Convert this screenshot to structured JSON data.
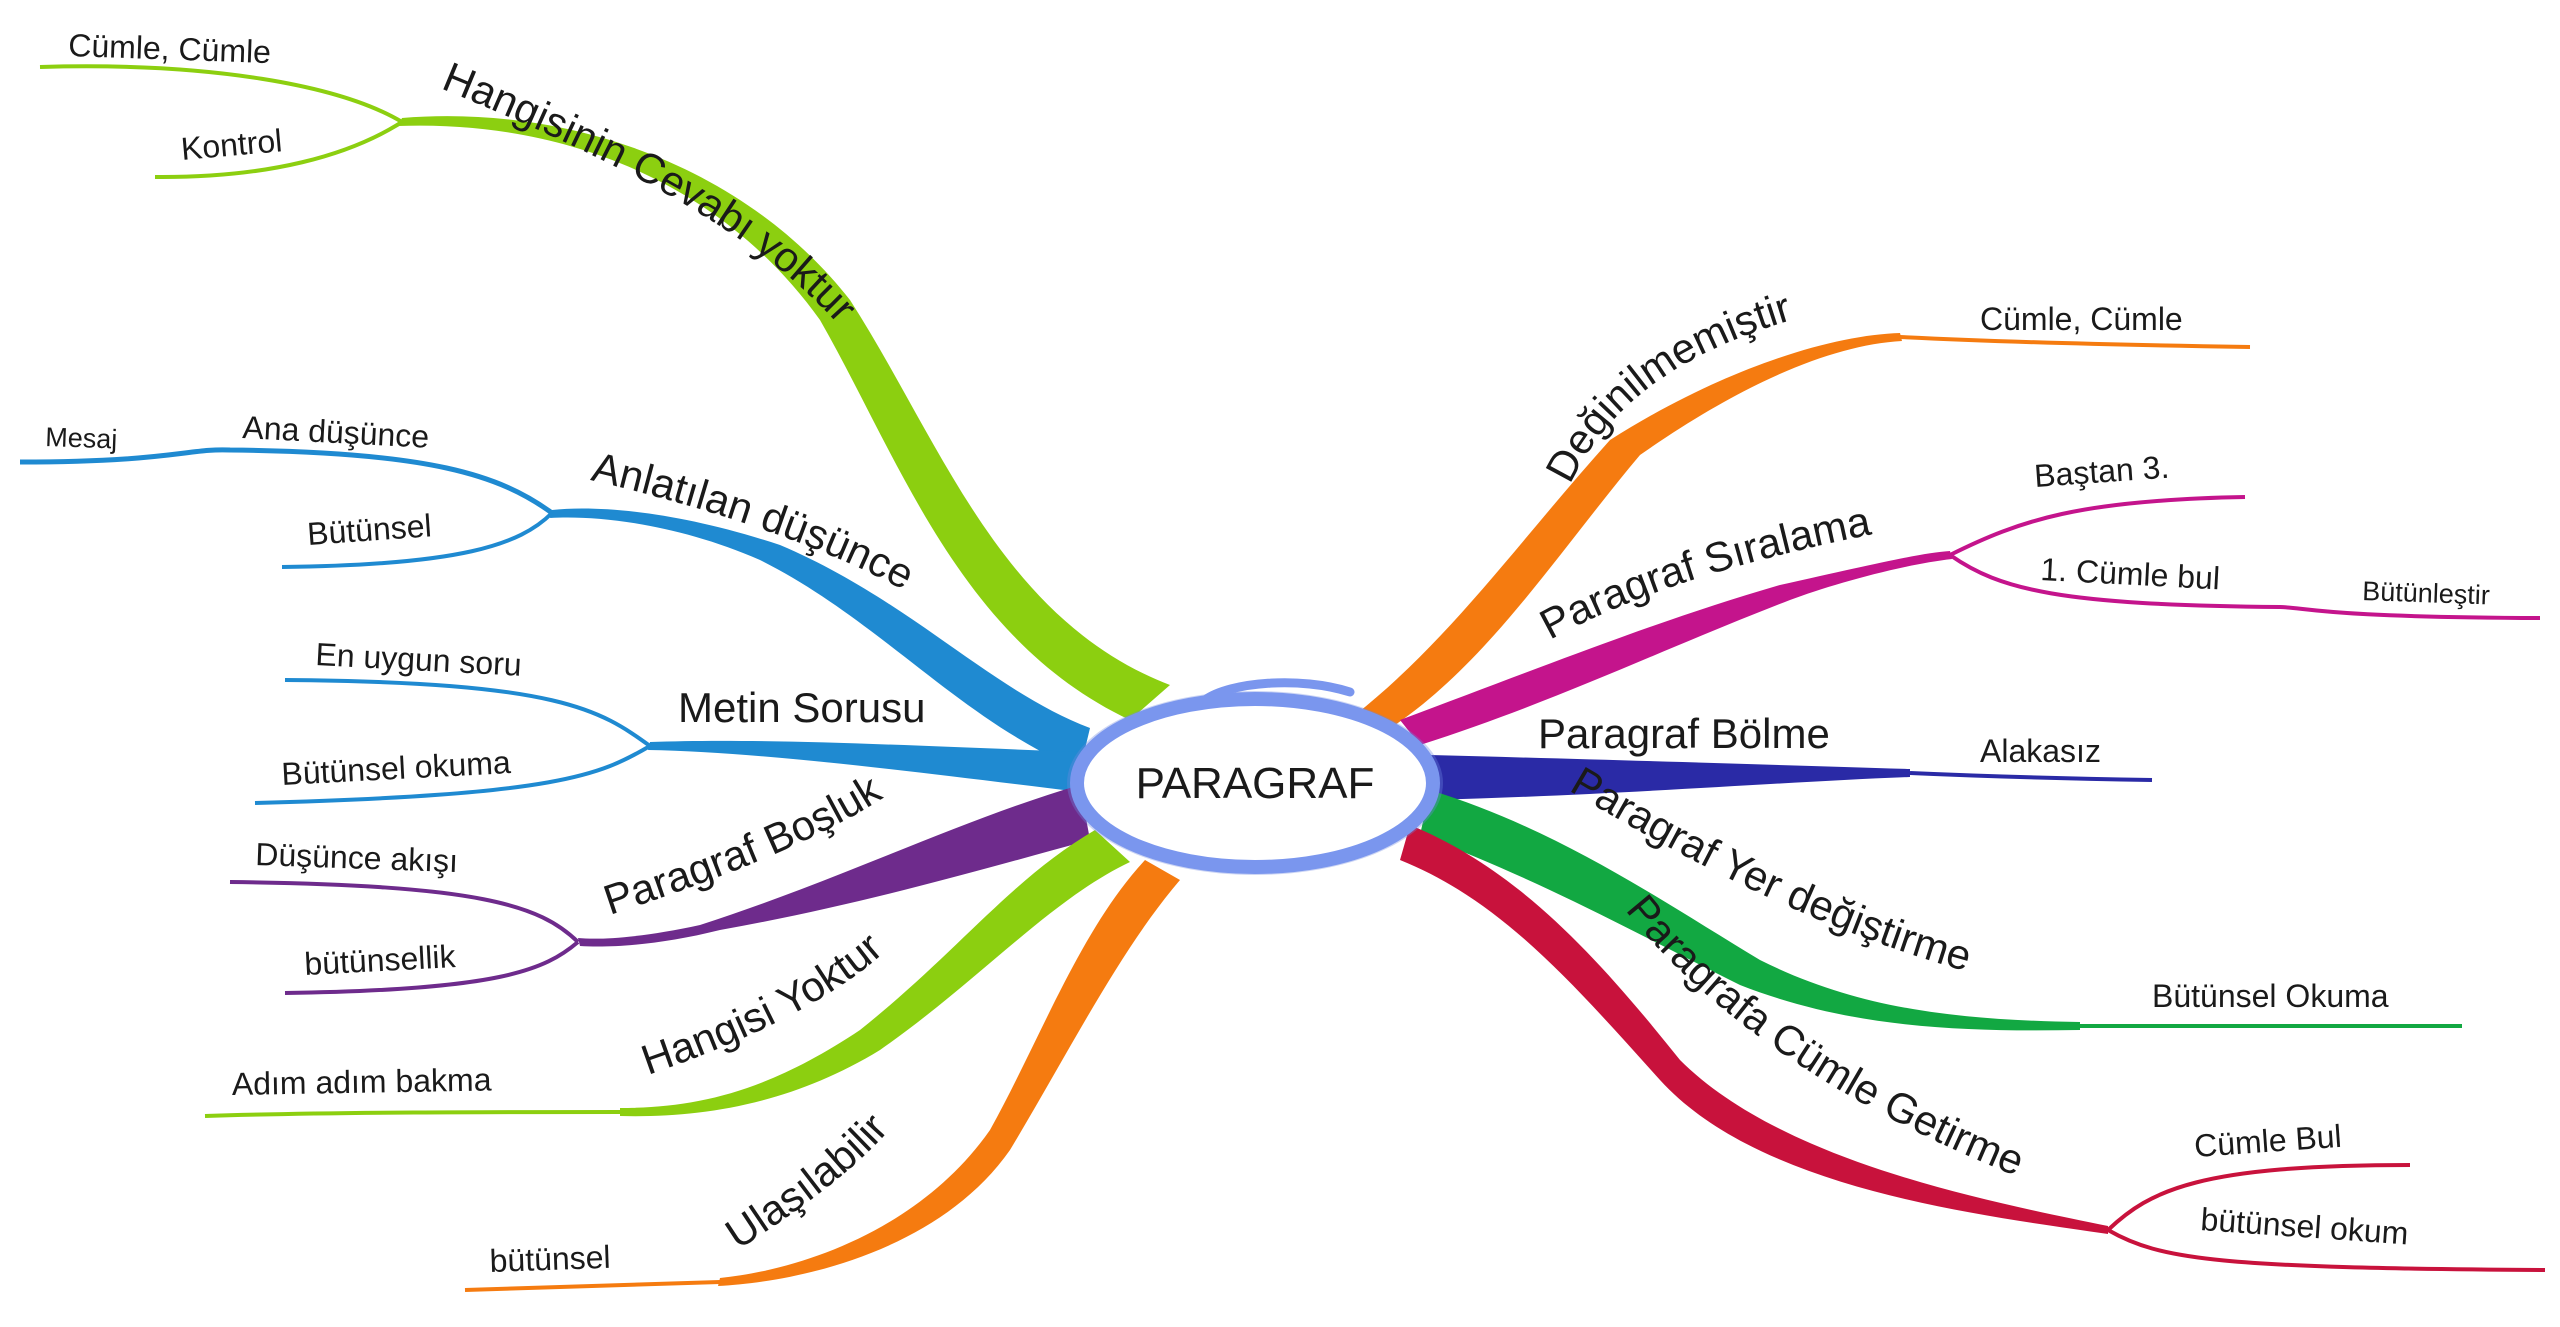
{
  "center": {
    "label": "PARAGRAF"
  },
  "branches": [
    {
      "label": "Hangisinin Cevabı yoktur",
      "color": "#8ccf10",
      "subs": [
        {
          "label": "Cümle, Cümle"
        },
        {
          "label": "Kontrol"
        }
      ]
    },
    {
      "label": "Anlatılan düşünce",
      "color": "#1f8ad1",
      "subs": [
        {
          "label": "Ana düşünce",
          "children": [
            {
              "label": "Mesaj"
            }
          ]
        },
        {
          "label": "Bütünsel"
        }
      ]
    },
    {
      "label": "Metin Sorusu",
      "color": "#1f8ad1",
      "subs": [
        {
          "label": "En uygun soru"
        },
        {
          "label": "Bütünsel okuma"
        }
      ]
    },
    {
      "label": "Paragraf Boşluk",
      "color": "#6e2b8c",
      "subs": [
        {
          "label": "Düşünce akışı"
        },
        {
          "label": "bütünsellik"
        }
      ]
    },
    {
      "label": "Hangisi Yoktur",
      "color": "#8ccf10",
      "subs": [
        {
          "label": "Adım adım bakma"
        }
      ]
    },
    {
      "label": "Ulaşılabilir",
      "color": "#f57b10",
      "subs": [
        {
          "label": "bütünsel"
        }
      ]
    },
    {
      "label": "Değinilmemiştir",
      "color": "#f57b10",
      "subs": [
        {
          "label": "Cümle, Cümle"
        }
      ]
    },
    {
      "label": "Paragraf Sıralama",
      "color": "#c4148c",
      "subs": [
        {
          "label": "Baştan 3."
        },
        {
          "label": "1. Cümle bul",
          "children": [
            {
              "label": "Bütünleştir"
            }
          ]
        }
      ]
    },
    {
      "label": "Paragraf Bölme",
      "color": "#2a2aa6",
      "subs": [
        {
          "label": "Alakasız"
        }
      ]
    },
    {
      "label": "Paragraf Yer değiştirme",
      "color": "#12a842",
      "subs": [
        {
          "label": "Bütünsel Okuma"
        }
      ]
    },
    {
      "label": "Paragrafa Cümle Getirme",
      "color": "#c8123c",
      "subs": [
        {
          "label": "Cümle Bul"
        },
        {
          "label": "bütünsel okuma"
        }
      ]
    }
  ]
}
